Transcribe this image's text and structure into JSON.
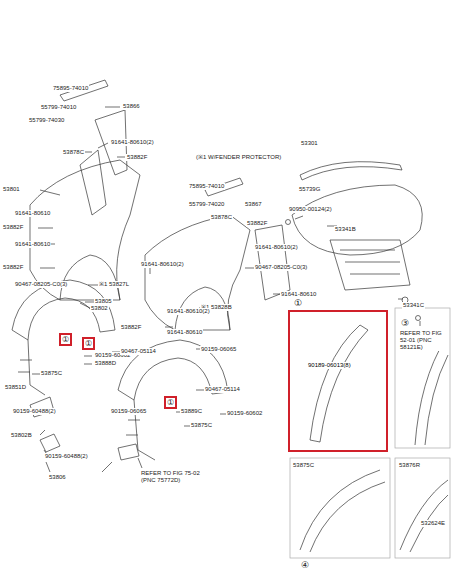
{
  "diagram": {
    "nodes": [
      {
        "text": [
          "①"
        ]
      },
      {
        "text": [
          "①"
        ]
      },
      {
        "text": [
          "①"
        ]
      },
      {
        "text": [
          "①",
          "90189-06013(8)"
        ]
      }
    ],
    "labels": [
      "75895-74010",
      "55799-74010",
      "55799-74030",
      "53866",
      "53878C",
      "91641-80610(2)",
      "53882F",
      "(※1 W/FENDER PROTECTOR)",
      "75895-74010",
      "55799-74020",
      "53867",
      "53878C",
      "53882F",
      "91641-80610(2)",
      "53801",
      "91641-80610",
      "53882F",
      "91641-80610",
      "53882F",
      "90467-08205-C0(3)",
      "※1 53827L",
      "53805",
      "53802",
      "91641-80610(2)",
      "90467-08205-C0(3)",
      "※1 53828B",
      "91641-80610",
      "53882F",
      "91641-80610(2)",
      "91641-80610",
      "90159-06065",
      "90159-60602",
      "53888D",
      "90467-05114",
      "53875C",
      "53851D",
      "90159-60488(2)",
      "53802B",
      "90159-60488(2)",
      "53806",
      "90467-05114",
      "90159-06065",
      "53889C",
      "90159-60602",
      "53875C",
      "REFER TO FIG 75-02 (PNC 75772D)",
      "53301",
      "55739G",
      "90950-00124(2)",
      "53341B",
      "53341C",
      "REFER TO FIG 52-01 (PNC 58121E)",
      "③",
      "53875C",
      "④",
      "53876R",
      "532624E"
    ]
  }
}
